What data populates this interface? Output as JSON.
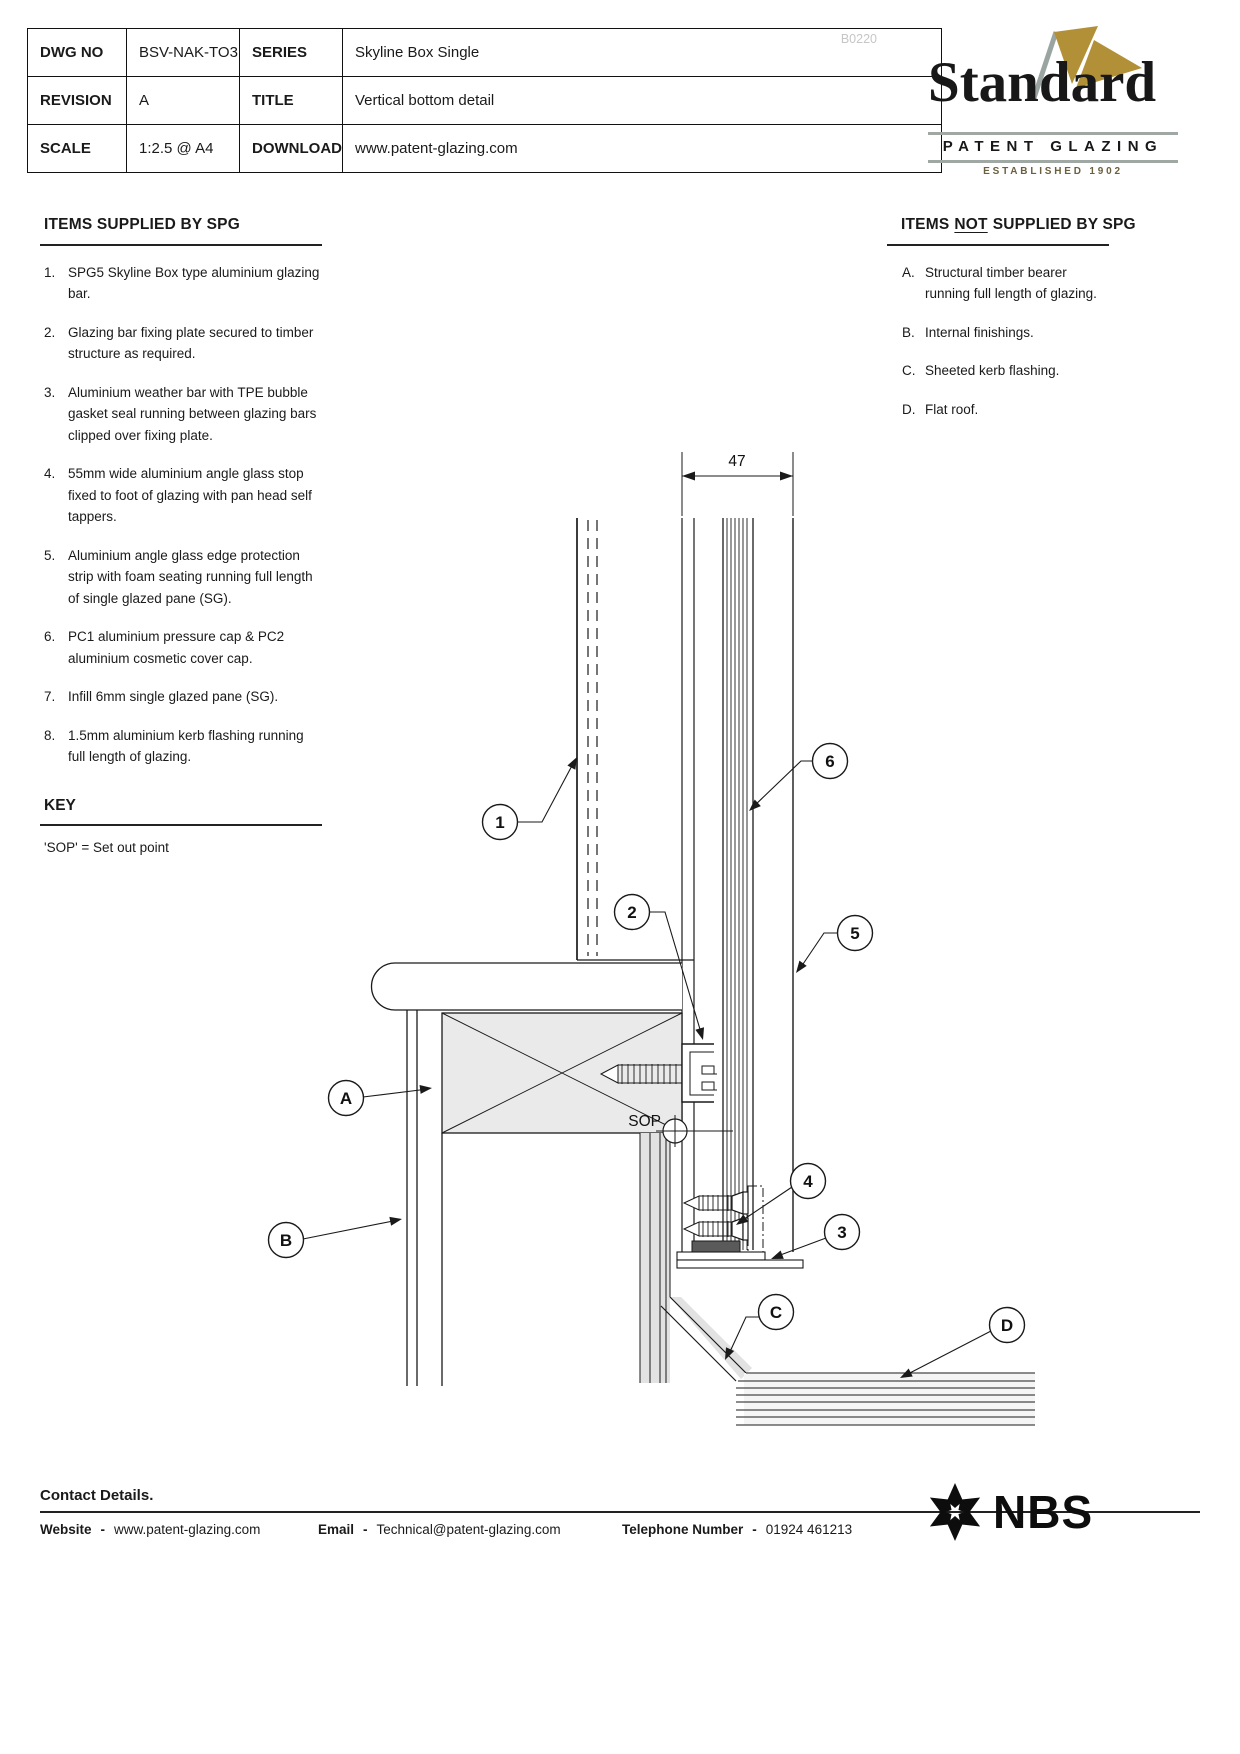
{
  "title_block": {
    "watermark": "B0220",
    "rows": [
      {
        "label1": "DWG NO",
        "value1": "BSV-NAK-TO3",
        "label2": "SERIES",
        "value2": "Skyline Box Single"
      },
      {
        "label1": "REVISION",
        "value1": "A",
        "label2": "TITLE",
        "value2": "Vertical bottom detail"
      },
      {
        "label1": "SCALE",
        "value1": "1:2.5 @ A4",
        "label2": "DOWNLOAD",
        "value2": "www.patent-glazing.com"
      }
    ]
  },
  "logo": {
    "name": "Standard",
    "tagline": "PATENT GLAZING",
    "established": "ESTABLISHED 1902",
    "flag_color": "#b29037",
    "line_color": "#a0a8a3"
  },
  "supplied": {
    "heading": "ITEMS SUPPLIED BY SPG",
    "items": [
      {
        "n": "1.",
        "text": "SPG5 Skyline Box type aluminium glazing bar."
      },
      {
        "n": "2.",
        "text": "Glazing bar fixing plate secured to timber structure as required."
      },
      {
        "n": "3.",
        "text": "Aluminium weather bar with TPE bubble gasket seal running between glazing bars clipped over fixing plate."
      },
      {
        "n": "4.",
        "text": "55mm wide aluminium angle glass stop fixed to foot of glazing with pan head self tappers."
      },
      {
        "n": "5.",
        "text": "Aluminium angle glass edge protection strip with foam seating running full length of single glazed pane (SG)."
      },
      {
        "n": "6.",
        "text": "PC1 aluminium pressure cap & PC2 aluminium cosmetic cover cap."
      },
      {
        "n": "7.",
        "text": "Infill 6mm single glazed pane (SG)."
      },
      {
        "n": "8.",
        "text": "1.5mm aluminium kerb flashing running full length of glazing."
      }
    ]
  },
  "not_supplied": {
    "heading_items": "ITEMS",
    "heading_not": "NOT",
    "heading_rest": "SUPPLIED BY SPG",
    "items": [
      {
        "n": "A.",
        "text": "Structural timber bearer running full length of glazing."
      },
      {
        "n": "B.",
        "text": "Internal finishings."
      },
      {
        "n": "C.",
        "text": "Sheeted kerb flashing."
      },
      {
        "n": "D.",
        "text": "Flat roof."
      }
    ]
  },
  "key": {
    "heading": "KEY",
    "entry": "'SOP' = Set out point"
  },
  "drawing": {
    "dimension": "47",
    "sop": "SOP",
    "callouts": [
      {
        "label": "1"
      },
      {
        "label": "2"
      },
      {
        "label": "3"
      },
      {
        "label": "4"
      },
      {
        "label": "5"
      },
      {
        "label": "6"
      },
      {
        "label": "A"
      },
      {
        "label": "B"
      },
      {
        "label": "C"
      },
      {
        "label": "D"
      }
    ]
  },
  "footer": {
    "heading": "Contact Details.",
    "separator": "-",
    "website_label": "Website",
    "website_value": "www.patent-glazing.com",
    "email_label": "Email",
    "email_value": "Technical@patent-glazing.com",
    "phone_label": "Telephone Number",
    "phone_value": "01924 461213",
    "nbs": "NBS"
  }
}
